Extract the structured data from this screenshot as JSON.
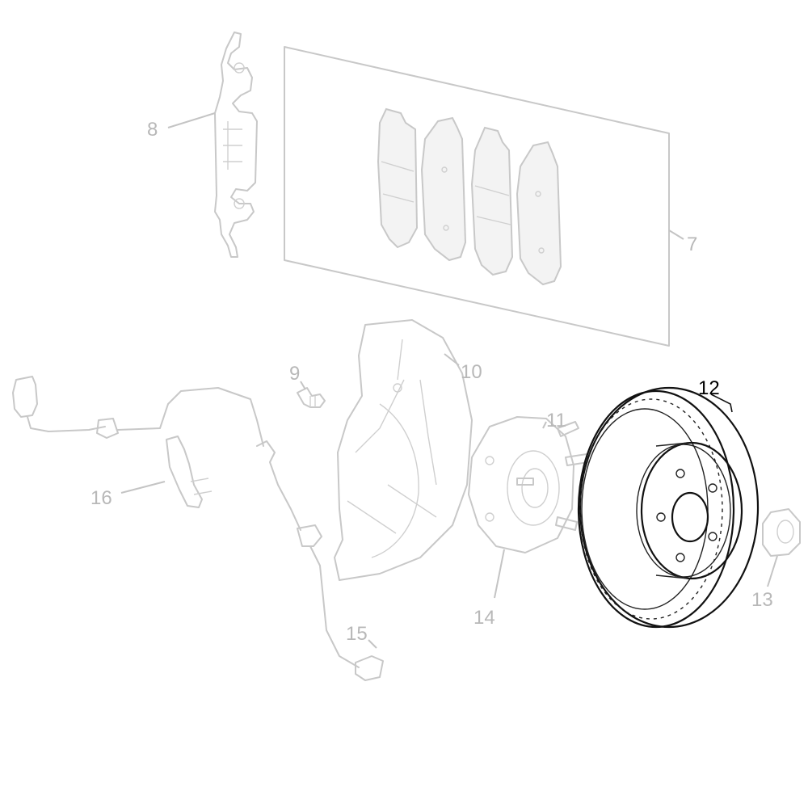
{
  "callouts": {
    "c7": "7",
    "c8": "8",
    "c9": "9",
    "c10": "10",
    "c11": "11",
    "c12": "12",
    "c13": "13",
    "c14": "14",
    "c15": "15",
    "c16": "16"
  },
  "highlighted_part": "12",
  "colors": {
    "highlight": "#000000",
    "faded": "#c8c8c8",
    "background": "#ffffff"
  }
}
